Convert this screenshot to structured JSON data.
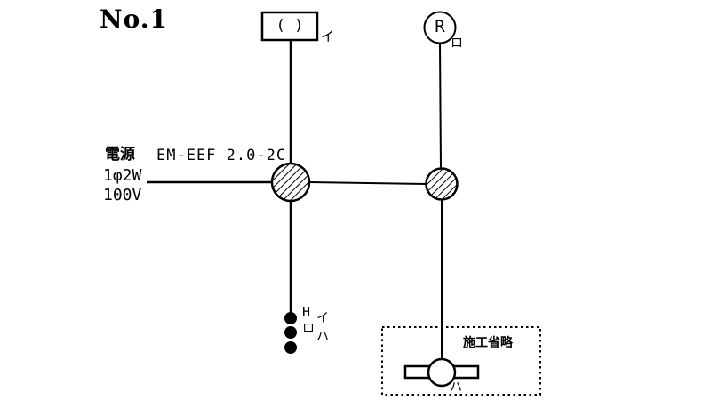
{
  "diagram": {
    "number": "No.1",
    "power": {
      "source_label": "電源",
      "phase": "1φ2W",
      "voltage": "100V"
    },
    "cable": "EM-EEF 2.0-2C",
    "top_device": {
      "symbol_text": "( )",
      "circuit_label": "イ"
    },
    "lamp_r": {
      "symbol_text": "R",
      "circuit_label": "ロ"
    },
    "switch_group": {
      "pilot_mark": "H",
      "switch1_label": "イ",
      "switch2_label": "ロ",
      "switch3_label": "ハ"
    },
    "omitted": {
      "caption": "施工省略",
      "circuit_label": "ハ"
    },
    "colors": {
      "line": "#000000",
      "background": "#ffffff"
    }
  }
}
